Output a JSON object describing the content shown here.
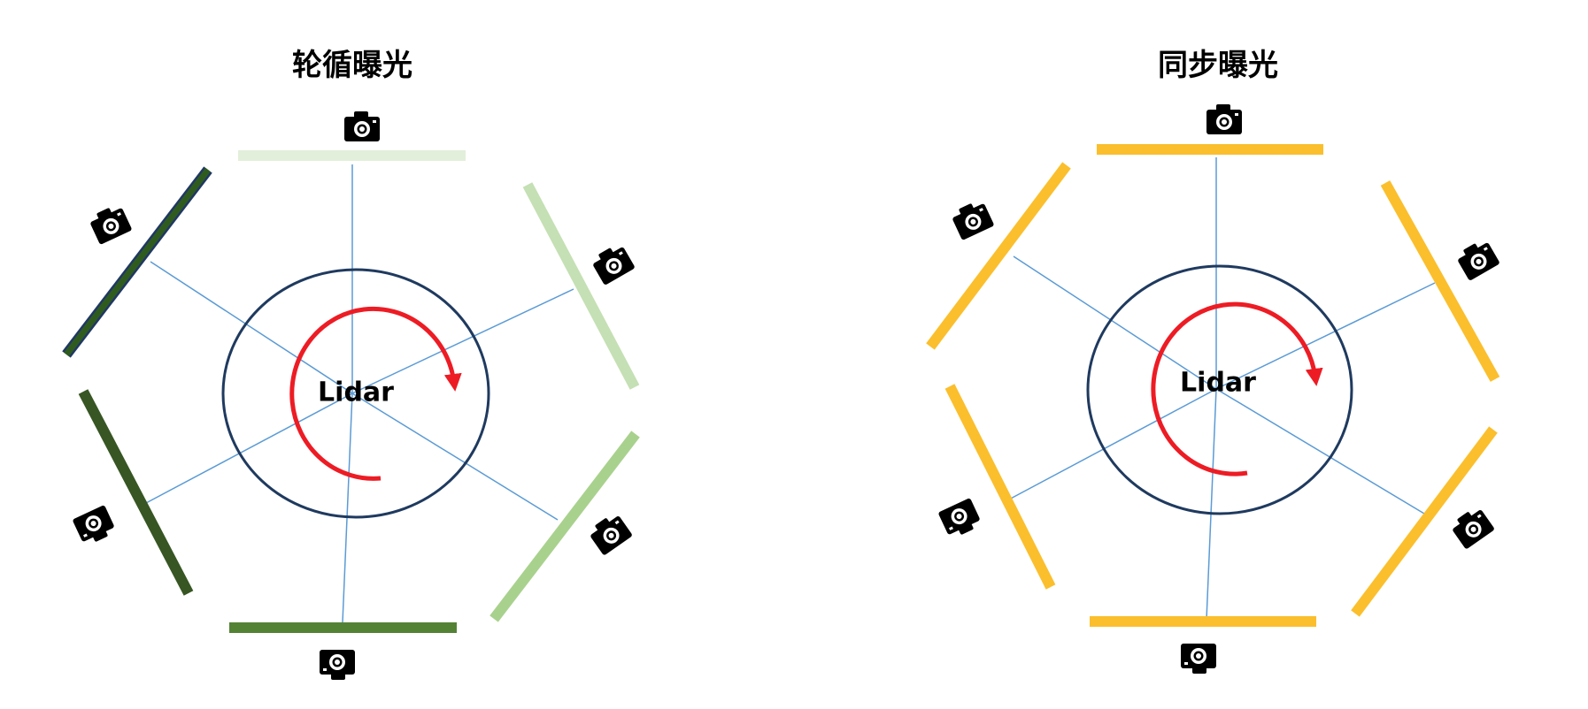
{
  "panels": [
    {
      "title": "轮循曝光",
      "center_label": "Lidar",
      "camera_bar_colors": [
        "#e2efda",
        "#c5e0b4",
        "#a9d18e",
        "#548235",
        "#375623",
        "#2f5c1e"
      ]
    },
    {
      "title": "同步曝光",
      "center_label": "Lidar",
      "camera_bar_colors": [
        "#fbbf2d",
        "#fbbf2d",
        "#fbbf2d",
        "#fbbf2d",
        "#fbbf2d",
        "#fbbf2d"
      ]
    }
  ],
  "colors": {
    "ring": "#1f3a5f",
    "rays": "#5b9bd5",
    "rotation_arrow": "#ed1c24",
    "camera_icon": "#000000",
    "bar_outline": "#203864"
  },
  "icons": {
    "camera": "camera-icon",
    "rotation": "rotation-arrow-icon"
  }
}
